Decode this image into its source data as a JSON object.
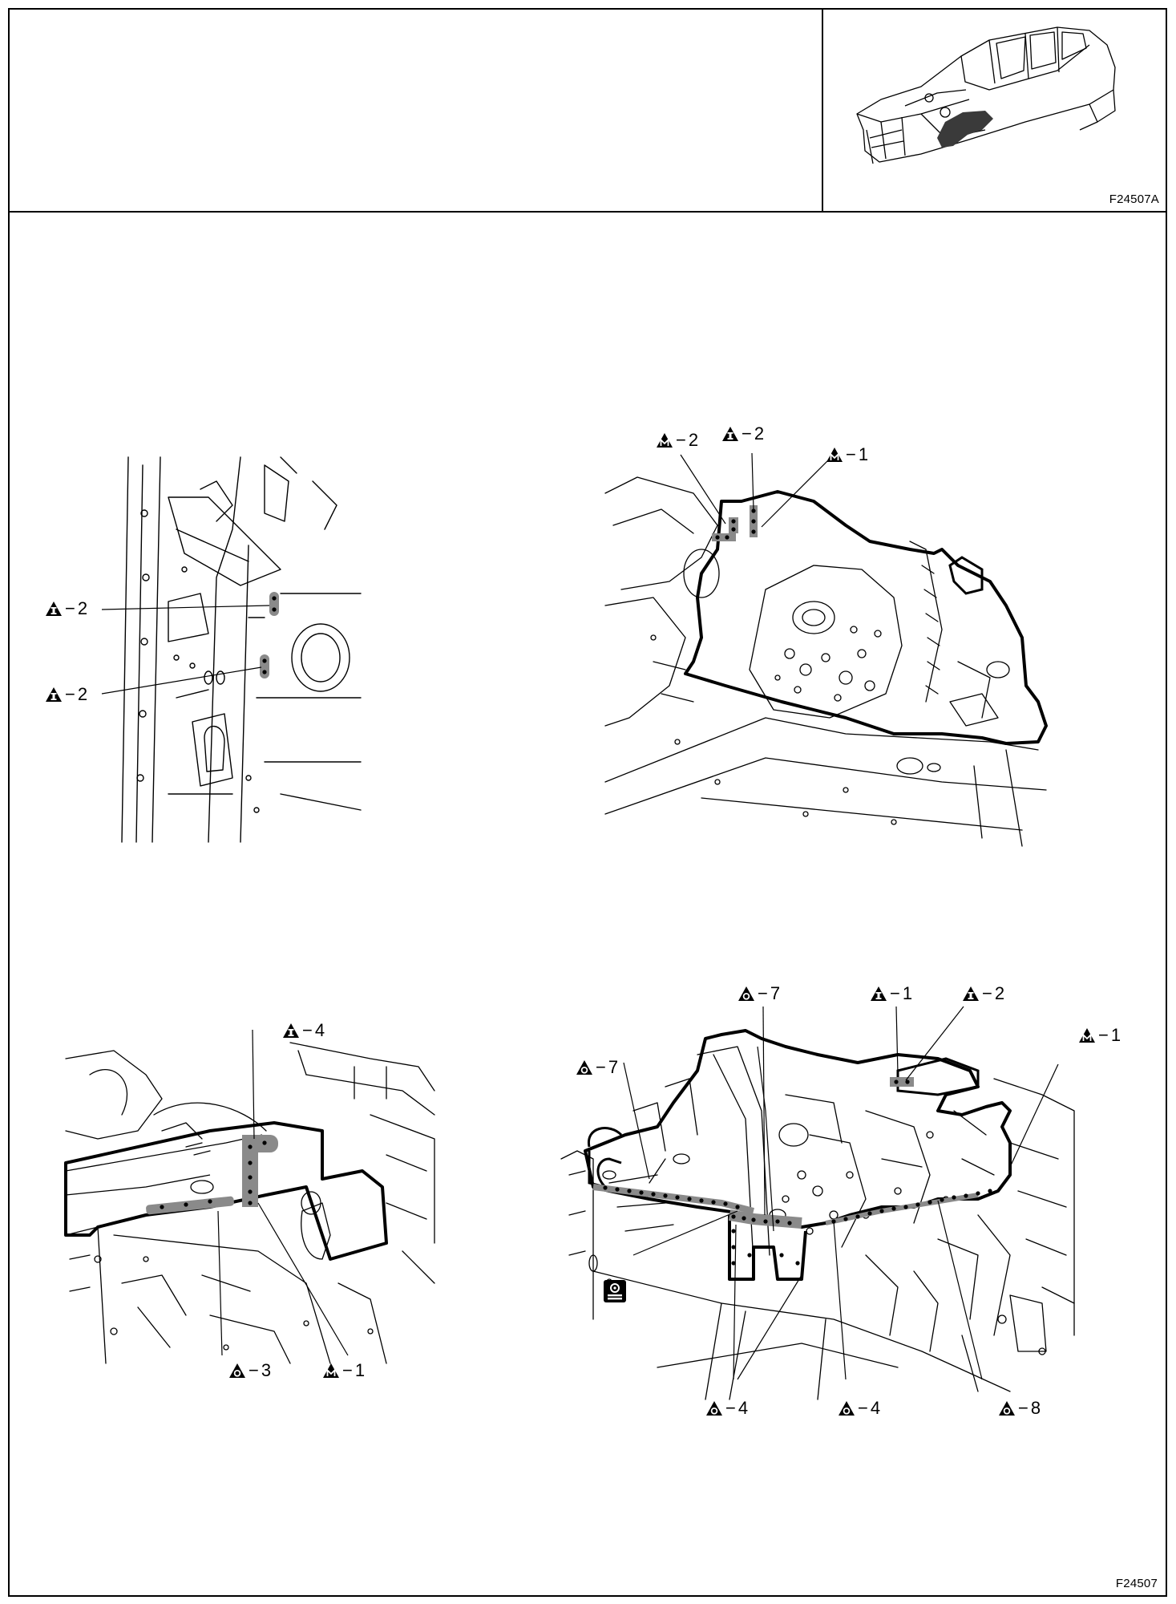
{
  "figure_code_top": "F24507A",
  "figure_code_bottom": "F24507",
  "colors": {
    "line": "#000000",
    "weld_band": "#8a8a8a",
    "thumb_highlight": "#3a3a3a"
  },
  "icons": {
    "I": "triangle-I-icon",
    "M": "triangle-M-icon",
    "O": "triangle-O-icon",
    "weld": "spot-weld-symbol-icon"
  },
  "views": {
    "top_left": {
      "callouts": [
        {
          "sym": "I",
          "label": "2"
        },
        {
          "sym": "I",
          "label": "2"
        }
      ]
    },
    "top_right": {
      "callouts": [
        {
          "sym": "M",
          "label": "2"
        },
        {
          "sym": "I",
          "label": "2"
        },
        {
          "sym": "M",
          "label": "1"
        }
      ]
    },
    "bottom_left": {
      "callouts": [
        {
          "sym": "I",
          "label": "4"
        },
        {
          "sym": "O",
          "label": "3"
        },
        {
          "sym": "M",
          "label": "1"
        }
      ]
    },
    "bottom_right": {
      "callouts": [
        {
          "sym": "O",
          "label": "7"
        },
        {
          "sym": "I",
          "label": "1"
        },
        {
          "sym": "I",
          "label": "2"
        },
        {
          "sym": "M",
          "label": "1"
        },
        {
          "sym": "O",
          "label": "7"
        },
        {
          "sym": "O",
          "label": "4"
        },
        {
          "sym": "O",
          "label": "4"
        },
        {
          "sym": "O",
          "label": "8"
        }
      ]
    }
  }
}
